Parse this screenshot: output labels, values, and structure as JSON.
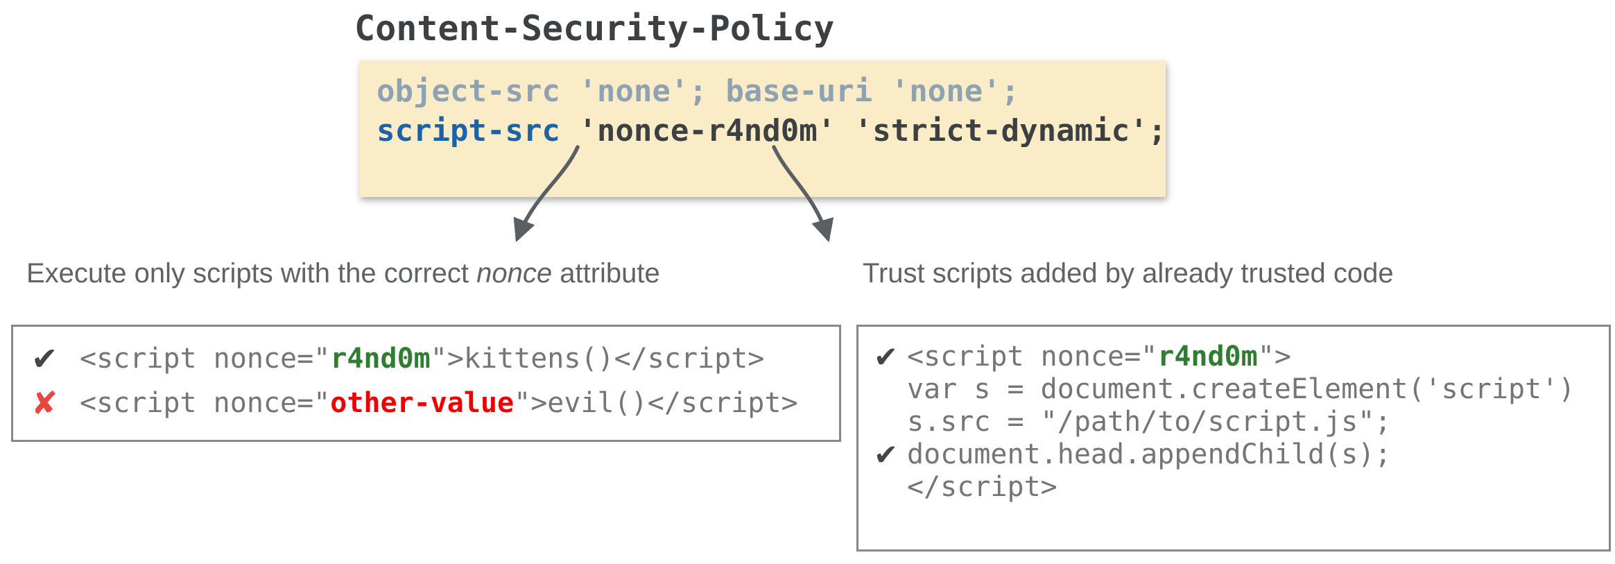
{
  "title": "Content-Security-Policy",
  "policy_box": {
    "line1": "object-src 'none'; base-uri 'none';",
    "line2_directive": "script-src",
    "line2_rest": " 'nonce-r4nd0m' 'strict-dynamic';"
  },
  "captions": {
    "left_pre": "Execute only scripts with the correct ",
    "left_em": "nonce",
    "left_post": " attribute",
    "right": "Trust scripts added by already trusted code"
  },
  "icons": {
    "check": "✔",
    "cross": "✘"
  },
  "left_code_box": {
    "rows": [
      {
        "mark": "check-icon",
        "pre": "<script nonce=\"",
        "value": "r4nd0m",
        "post": "\">kittens()</script>"
      },
      {
        "mark": "cross-icon",
        "pre": "<script nonce=\"",
        "value": "other-value",
        "post": "\">evil()</script>"
      }
    ]
  },
  "right_code_box": {
    "rows": [
      {
        "mark": "check-icon",
        "pre": "<script nonce=\"",
        "value": "r4nd0m",
        "post": "\">"
      },
      {
        "text": "var s = document.createElement('script')"
      },
      {
        "text": "s.src = \"/path/to/script.js\";"
      },
      {
        "mark": "check-icon",
        "text": "document.head.appendChild(s);"
      },
      {
        "text": "</script>"
      }
    ]
  },
  "colors": {
    "bg": "#ffffff",
    "ink": "#3c4043",
    "policy_bg": "#faecc6",
    "muted_blue": "#8da2b2",
    "directive_blue": "#1a63a8",
    "code_gray": "#757575",
    "nonce_green": "#2f7d31",
    "value_red": "#ee0000",
    "cross_red": "#e8463e",
    "check_dark": "#454545",
    "caption_gray": "#5f6368",
    "border_gray": "#85888b",
    "arrow_gray": "#5a5f63"
  }
}
